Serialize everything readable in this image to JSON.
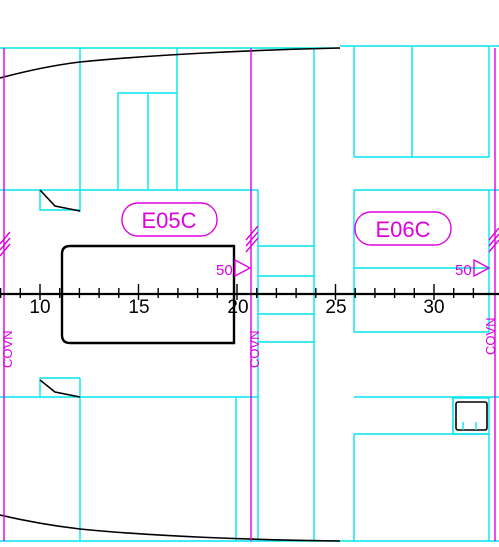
{
  "frame_labels": {
    "left": "E05C",
    "right": "E06C"
  },
  "weld_symbols": {
    "left": "50",
    "right": "50"
  },
  "vertical_labels": {
    "text": "COVN"
  },
  "ruler": {
    "ticks": [
      "10",
      "15",
      "20",
      "25",
      "30"
    ]
  },
  "colors": {
    "structure": "#00e5ee",
    "annotation": "#e000e0",
    "outline": "#000000"
  }
}
